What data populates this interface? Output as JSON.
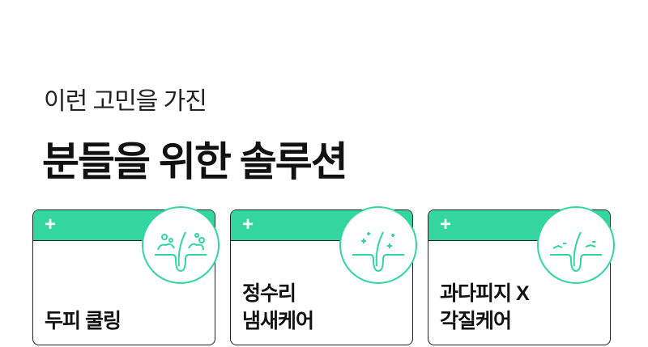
{
  "heading": {
    "subtitle": "이런 고민을 가진",
    "title": "분들을 위한 솔루션"
  },
  "cards": [
    {
      "label_line1": "두피 쿨링",
      "label_line2": "",
      "icon": "scalp-cooling-icon"
    },
    {
      "label_line1": "정수리",
      "label_line2": "냄새케어",
      "icon": "scalp-odor-icon"
    },
    {
      "label_line1": "과다피지 X",
      "label_line2": "각질케어",
      "icon": "sebum-care-icon"
    }
  ],
  "plus_symbol": "+",
  "accent": "#33d69f"
}
